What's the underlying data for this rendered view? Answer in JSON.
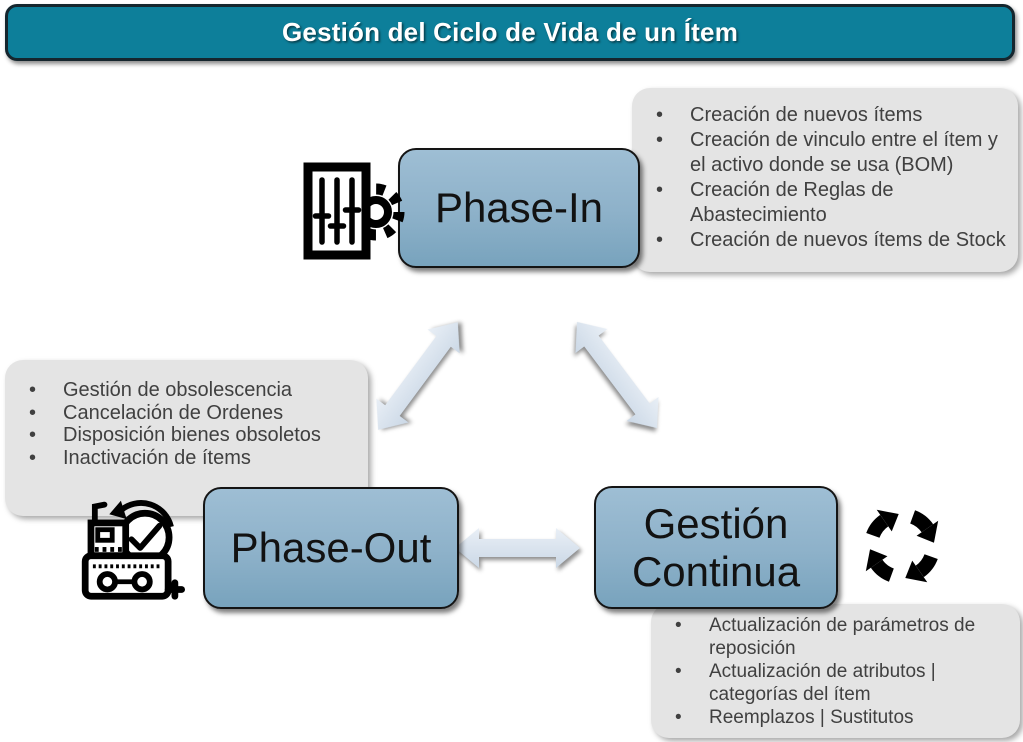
{
  "banner": {
    "title": "Gestión del Ciclo de Vida de un Ítem"
  },
  "colors": {
    "banner_fill": "#0d7f9a",
    "banner_border": "#15262e",
    "banner_text": "#ffffff",
    "phase_box_gradient_top": "#9ebed4",
    "phase_box_gradient_bottom": "#78a3bd",
    "phase_box_border": "#141414",
    "phase_box_text": "#121212",
    "info_box_fill": "#e4e4e4",
    "bullet_text": "#404040",
    "arrow_fill_top": "#e9eff6",
    "arrow_fill_bottom": "#cbd8e6",
    "icon_color": "#000000"
  },
  "phases": {
    "phase_in": {
      "label": "Phase-In",
      "icon": "sliders-gear-icon",
      "bullets": [
        "Creación de nuevos ítems",
        "Creación de vinculo entre el ítem y el activo donde se usa (BOM)",
        "Creación de Reglas de Abastecimiento",
        "Creación de nuevos ítems de Stock"
      ]
    },
    "phase_out": {
      "label": "Phase-Out",
      "icon": "obsolete-device-clock-icon",
      "bullets": [
        "Gestión de obsolescencia",
        "Cancelación de Ordenes",
        "Disposición bienes obsoletos",
        "Inactivación de ítems"
      ]
    },
    "continuous": {
      "label": "Gestión Continua",
      "icon": "cycle-arrows-icon",
      "bullets": [
        "Actualización de parámetros de reposición",
        "Actualización de atributos | categorías del ítem",
        "Reemplazos | Sustitutos"
      ]
    }
  }
}
